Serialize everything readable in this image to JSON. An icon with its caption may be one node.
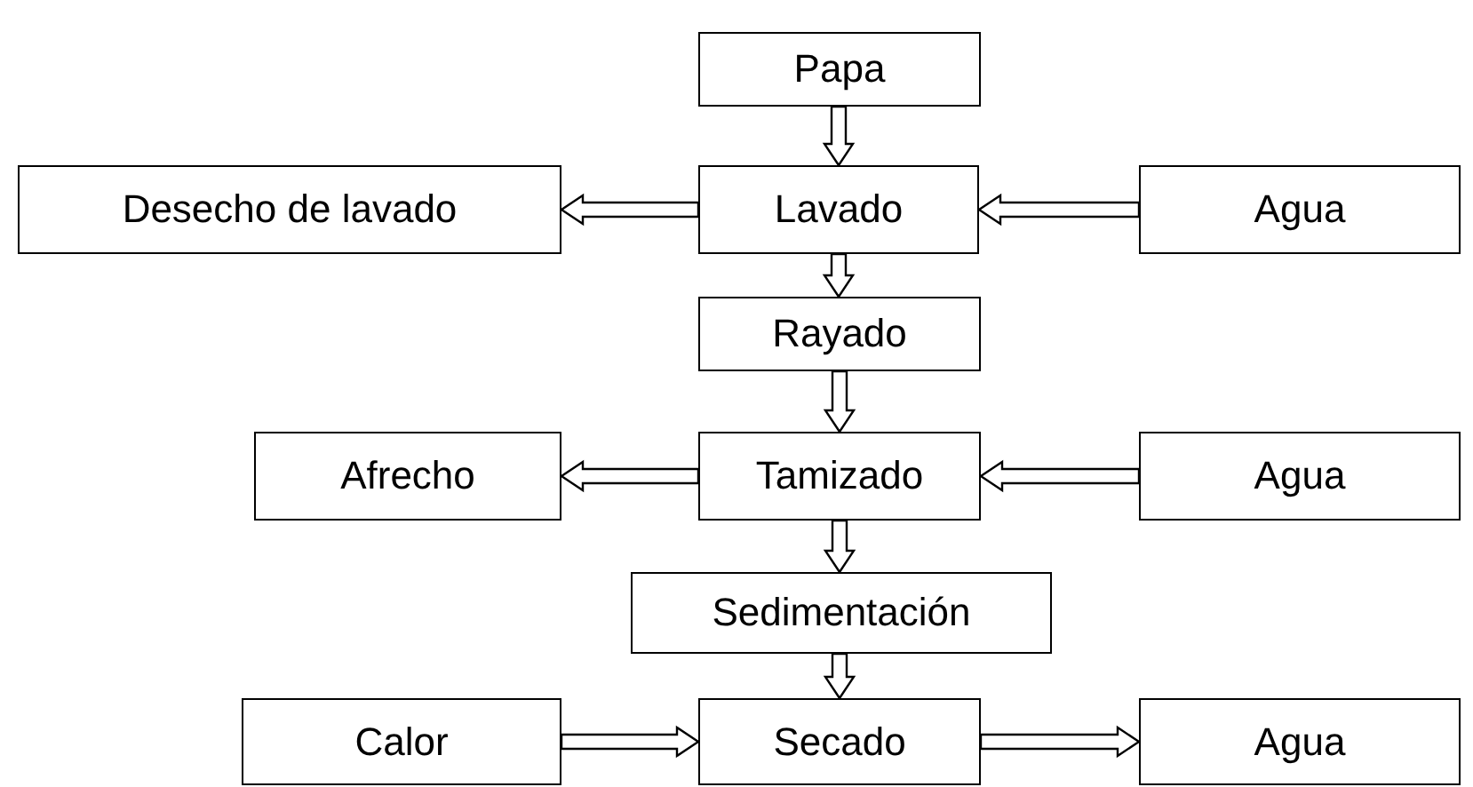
{
  "diagram": {
    "nodes": [
      {
        "text": [
          "Papa"
        ]
      },
      {
        "text": [
          "Desecho de lavado"
        ]
      },
      {
        "text": [
          "Lavado"
        ]
      },
      {
        "text": [
          "Agua"
        ]
      },
      {
        "text": [
          "Rayado"
        ]
      },
      {
        "text": [
          "Afrecho"
        ]
      },
      {
        "text": [
          "Tamizado"
        ]
      },
      {
        "text": [
          "Agua"
        ]
      },
      {
        "text": [
          "Sedimentación"
        ]
      },
      {
        "text": [
          "Calor"
        ]
      },
      {
        "text": [
          "Secado"
        ]
      },
      {
        "text": [
          "Agua"
        ]
      }
    ],
    "edges": [
      {
        "from": 0,
        "to": 2,
        "arrow": "to"
      },
      {
        "from": 2,
        "to": 1,
        "arrow": "to"
      },
      {
        "from": 3,
        "to": 2,
        "arrow": "to"
      },
      {
        "from": 2,
        "to": 4,
        "arrow": "to"
      },
      {
        "from": 4,
        "to": 6,
        "arrow": "to"
      },
      {
        "from": 6,
        "to": 5,
        "arrow": "to"
      },
      {
        "from": 7,
        "to": 6,
        "arrow": "to"
      },
      {
        "from": 6,
        "to": 8,
        "arrow": "to"
      },
      {
        "from": 8,
        "to": 10,
        "arrow": "to"
      },
      {
        "from": 9,
        "to": 10,
        "arrow": "to"
      },
      {
        "from": 10,
        "to": 11,
        "arrow": "to"
      }
    ]
  }
}
